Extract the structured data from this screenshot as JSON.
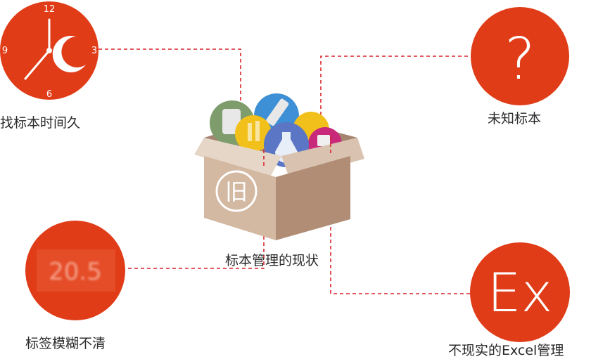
{
  "colors": {
    "accent_red": "#e03c18",
    "connector": "#d8242a",
    "box_light": "#d9c3b0",
    "box_dark": "#b08d74",
    "text": "#2a2a2a"
  },
  "center": {
    "label": "标本管理的现状",
    "box_badge": "旧"
  },
  "nodes": [
    {
      "id": "clock",
      "icon": "clock-icon",
      "label": "找标本时间久",
      "clock_numbers": {
        "top": "12",
        "right": "3",
        "bottom": "6",
        "left": "9"
      }
    },
    {
      "id": "unknown",
      "icon": "question-mark-icon",
      "glyph": "?",
      "label": "未知标本"
    },
    {
      "id": "blurry",
      "icon": "blurry-number-icon",
      "glyph": "20.5",
      "label": "标签模糊不清"
    },
    {
      "id": "excel",
      "icon": "excel-icon",
      "glyph": "Ex",
      "label": "不现实的Excel管理"
    }
  ]
}
